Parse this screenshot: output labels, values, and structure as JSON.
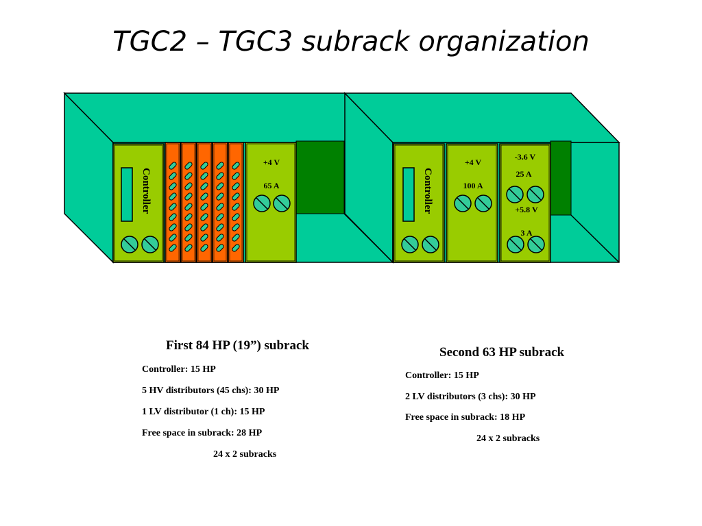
{
  "title": "TGC2 – TGC3 subrack organization",
  "subrack1": {
    "controller_label": "Controller",
    "lv_voltage": "+4 V",
    "lv_current": "65 A",
    "caption_title": "First 84 HP (19”) subrack",
    "details": [
      "Controller: 15 HP",
      "5 HV distributors (45 chs): 30 HP",
      "1 LV distributor (1 ch): 15 HP",
      "Free space in subrack: 28 HP"
    ],
    "footer": "24 x 2 subracks"
  },
  "subrack2": {
    "controller_label": "Controller",
    "lv1_voltage": "+4 V",
    "lv1_current": "100 A",
    "lv2_voltage_a": "-3.6 V",
    "lv2_current_a": "25 A",
    "lv2_voltage_b": "+5.8 V",
    "lv2_current_b": "3 A",
    "caption_title": "Second 63 HP subrack",
    "details": [
      "Controller: 15 HP",
      "2 LV distributors (3 chs): 30 HP",
      "Free space in subrack: 18 HP"
    ],
    "footer": "24 x 2 subracks"
  },
  "colors": {
    "rack": "#00CC99",
    "module": "#99CC00",
    "hv_module": "#FF6600",
    "free_space": "#008000",
    "connector": "#33CC99"
  }
}
